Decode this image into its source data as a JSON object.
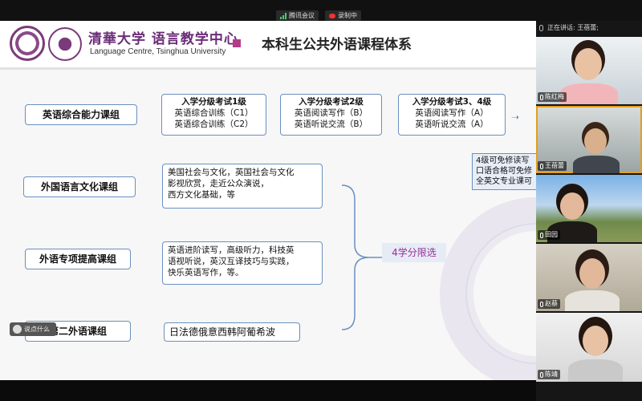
{
  "topbar": {
    "meeting_label": "腾讯会议",
    "recording_label": "录制中"
  },
  "slide": {
    "brand_cn": "清華大学 语言教学中心",
    "brand_en": "Language Centre, Tsinghua University",
    "title": "本科生公共外语课程体系",
    "groups": [
      {
        "label": "英语综合能力课组"
      },
      {
        "label": "外国语言文化课组"
      },
      {
        "label": "外语专项提高课组"
      },
      {
        "label": "第二外语课组"
      }
    ],
    "exams": [
      {
        "heading": "入学分级考试1级",
        "lines": [
          "英语综合训练（C1）",
          "英语综合训练（C2）"
        ]
      },
      {
        "heading": "入学分级考试2级",
        "lines": [
          "英语阅读写作（B）",
          "英语听说交流（B）"
        ]
      },
      {
        "heading": "入学分级考试3、4级",
        "lines": [
          "英语阅读写作（A）",
          "英语听说交流（A）"
        ]
      }
    ],
    "culture_desc": [
      "美国社会与文化，英国社会与文化",
      "影视欣赏，走近公众演说，",
      "西方文化基础，等"
    ],
    "special_desc": [
      "英语进阶读写，高级听力，科技英",
      "语视听说，英汉互译技巧与实践，",
      "快乐英语写作，等。"
    ],
    "second_lang_desc": "日法德俄意西韩阿葡希波",
    "note_lines": [
      "4级可免修读写",
      "口语合格可免修",
      "全英文专业课可"
    ],
    "limit_label": "4学分限选",
    "chat_button": "说点什么"
  },
  "sidebar": {
    "speaking_label": "正在讲话: 王蓓蕾;",
    "participants": [
      {
        "name": "陈红梅"
      },
      {
        "name": "王蓓蕾"
      },
      {
        "name": "田园"
      },
      {
        "name": "赵蔡"
      },
      {
        "name": "陈靖"
      }
    ]
  },
  "colors": {
    "brand_purple": "#6b2d78",
    "box_border": "#6a8fc0",
    "limit_text": "#9a2d9a",
    "active_speaker": "#e0a020"
  }
}
